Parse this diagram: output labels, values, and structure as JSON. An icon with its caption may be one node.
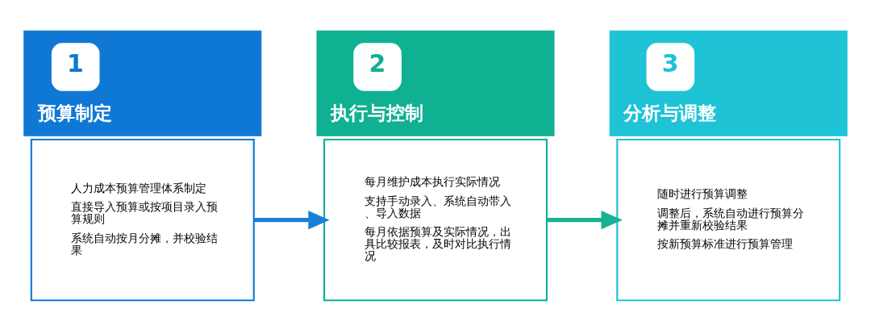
{
  "diagram": {
    "nodes": [
      {
        "text": [
          "1",
          "预算制定"
        ]
      },
      {
        "text": [
          "人力成本预算管理体系制定",
          "直接导入预算或按项目录入预算规则",
          "系统自动按月分摊，并校验结果"
        ]
      },
      {
        "text": [
          "2",
          "执行与控制"
        ]
      },
      {
        "text": [
          "每月维护成本执行实际情况",
          "支持手动录入、系统自动带入、导入数据",
          "每月依据预算及实际情况，出具比较报表，及时对比执行情况"
        ]
      },
      {
        "text": [
          "3",
          "分析与调整"
        ]
      },
      {
        "text": [
          "随时进行预算调整",
          "调整后，系统自动进行预算分摊并重新校验结果",
          "按新预算标准进行预算管理"
        ]
      }
    ],
    "edges": [
      {
        "from": 1,
        "to": 3,
        "arrow": "to",
        "color": "#1a7fd6"
      },
      {
        "from": 3,
        "to": 5,
        "arrow": "to",
        "color": "#17b193"
      }
    ]
  }
}
